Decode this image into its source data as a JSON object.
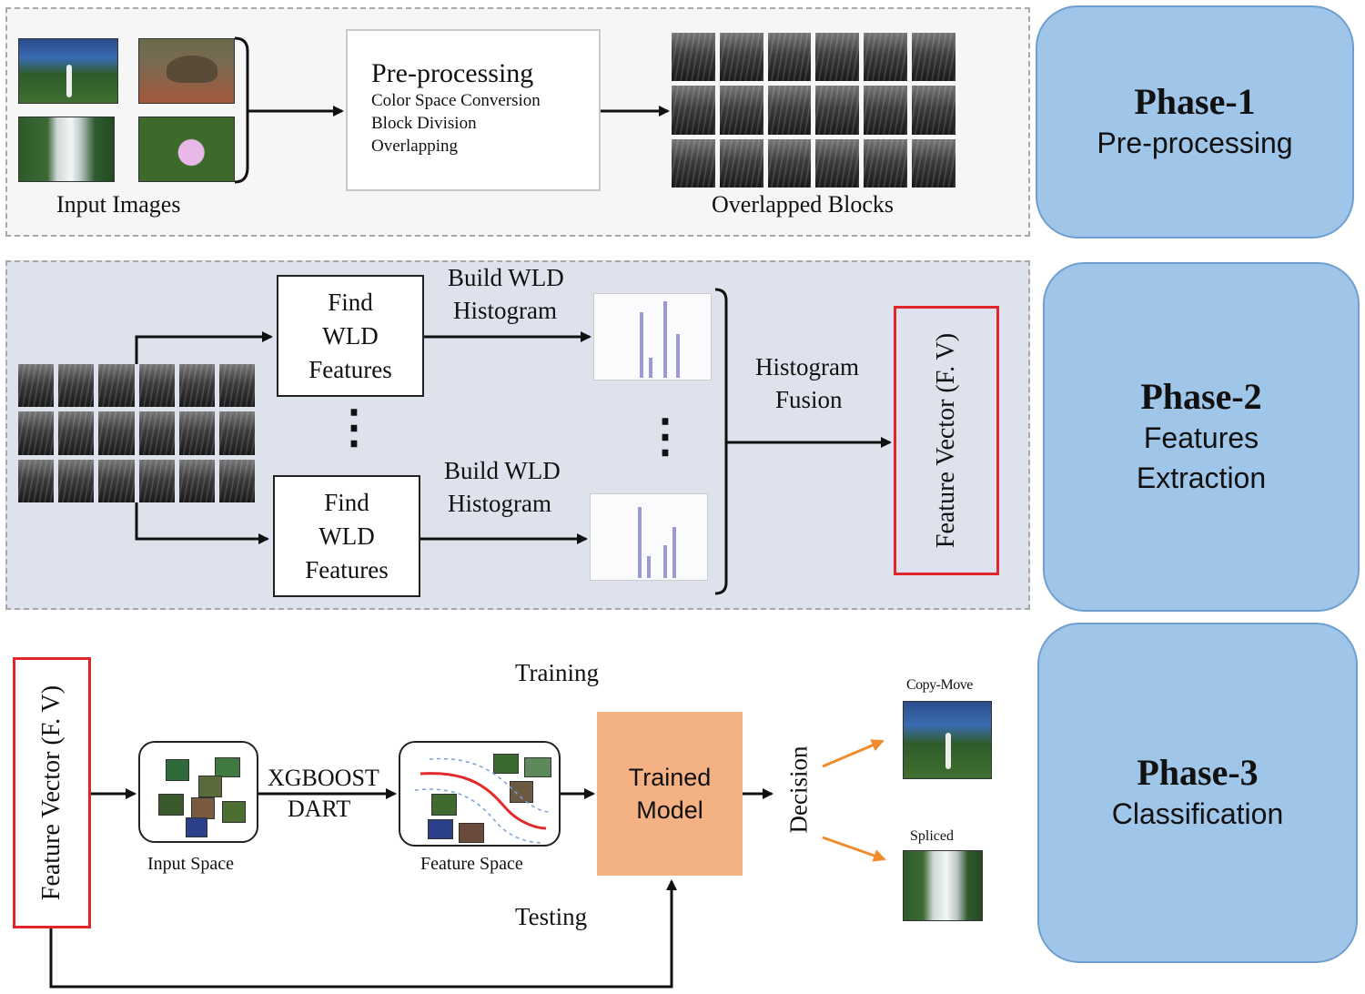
{
  "phases": [
    {
      "title": "Phase-1",
      "subtitle": [
        "Pre-processing"
      ]
    },
    {
      "title": "Phase-2",
      "subtitle": [
        "Features",
        "Extraction"
      ]
    },
    {
      "title": "Phase-3",
      "subtitle": [
        "Classification"
      ]
    }
  ],
  "phase1": {
    "input_images_label": "Input Images",
    "preprocessing_title": "Pre-processing",
    "preprocessing_steps": [
      "Color Space Conversion",
      "Block Division",
      "Overlapping"
    ],
    "overlapped_blocks_label": "Overlapped Blocks"
  },
  "phase2": {
    "find_wld_top": [
      "Find",
      "WLD",
      "Features"
    ],
    "find_wld_bottom": [
      "Find",
      "WLD",
      "Features"
    ],
    "build_wld_top": [
      "Build WLD",
      "Histogram"
    ],
    "build_wld_bottom": [
      "Build WLD",
      "Histogram"
    ],
    "ellipsis": "⋮",
    "histogram_fusion": [
      "Histogram",
      "Fusion"
    ],
    "feature_vector": "Feature Vector (F. V)"
  },
  "phase3": {
    "feature_vector": "Feature Vector (F. V)",
    "training": "Training",
    "testing": "Testing",
    "input_space": "Input Space",
    "xgboost": [
      "XGBOOST",
      "DART"
    ],
    "feature_space": "Feature Space",
    "trained_model": [
      "Trained",
      "Model"
    ],
    "decision": "Decision",
    "copy_move": "Copy-Move",
    "spliced": "Spliced"
  },
  "colors": {
    "phase_card": "#9fc5e8",
    "phase2_band": "#dde2ec",
    "phase1_band": "#f5f5f5",
    "fv_border": "#e0262b",
    "trained_model": "#f4b183",
    "decision_arrow": "#f08c2e",
    "feature_space_curve": "#e32b2b"
  }
}
